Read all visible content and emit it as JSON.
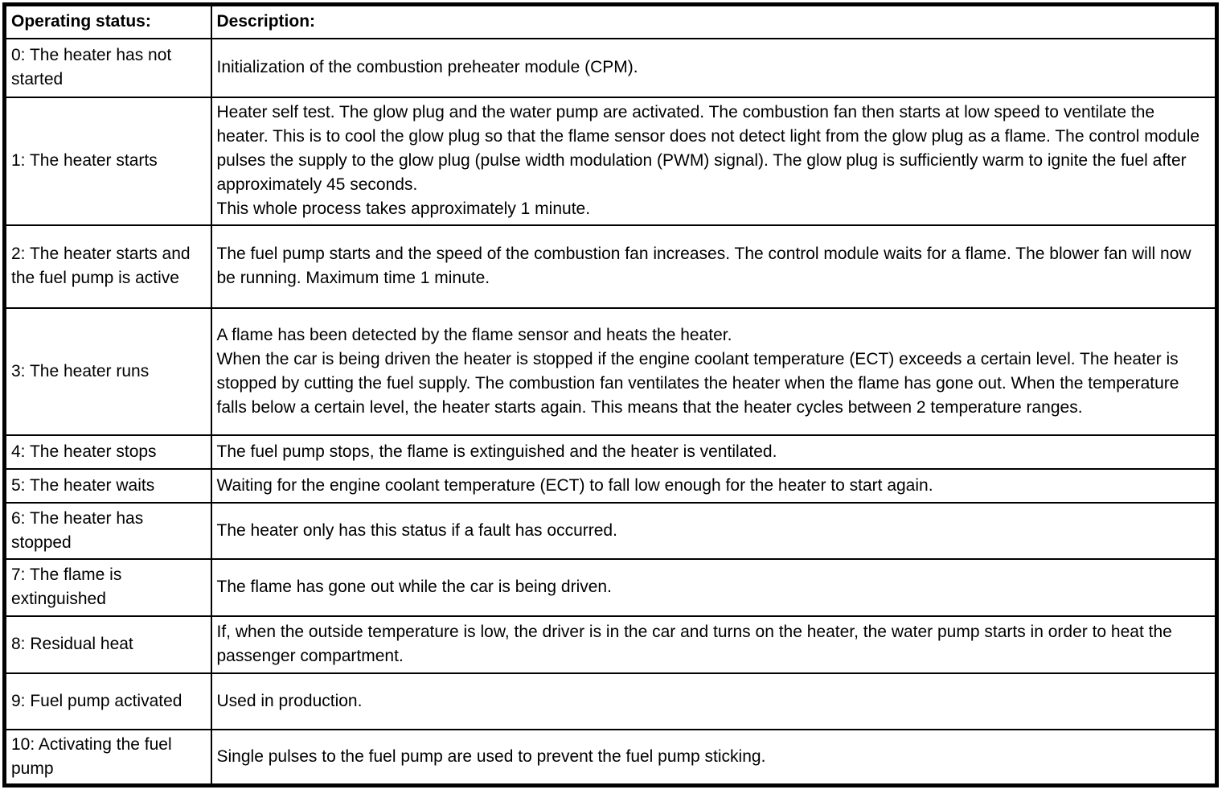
{
  "page": {
    "background_color": "#ffffff",
    "text_color": "#000000",
    "border_color": "#000000"
  },
  "table": {
    "columns": [
      {
        "label": "Operating status:"
      },
      {
        "label": "Description:"
      }
    ],
    "rows": [
      {
        "status": "0: The heater has not started",
        "description": "Initialization of the combustion preheater module (CPM)."
      },
      {
        "status": "1: The heater starts",
        "description": "Heater self test. The glow plug and the water pump are activated. The combustion fan then starts at low speed to ventilate the heater. This is to cool the glow plug so that the flame sensor does not detect light from the glow plug as a flame. The control module pulses the supply to the glow plug (pulse width modulation (PWM) signal). The glow plug is sufficiently warm to ignite the fuel after approximately 45 seconds.\nThis whole process takes approximately 1 minute."
      },
      {
        "status": "2: The heater starts and the fuel pump is active",
        "description": "The fuel pump starts and the speed of the combustion fan increases. The control module waits for a flame. The blower fan will now be running. Maximum time 1 minute."
      },
      {
        "status": "3: The heater runs",
        "description": "A flame has been detected by the flame sensor and heats the heater.\nWhen the car is being driven the heater is stopped if the engine coolant temperature (ECT) exceeds a certain level. The heater is stopped by cutting the fuel supply. The combustion fan ventilates the heater when the flame has gone out. When the temperature falls below a certain level, the heater starts again. This means that the heater cycles between 2 temperature ranges."
      },
      {
        "status": "4: The heater stops",
        "description": "The fuel pump stops, the flame is extinguished and the heater is ventilated."
      },
      {
        "status": "5: The heater waits",
        "description": "Waiting for the engine coolant temperature (ECT) to fall low enough for the heater to start again."
      },
      {
        "status": "6: The heater has stopped",
        "description": "The heater only has this status if a fault has occurred."
      },
      {
        "status": "7: The flame is extinguished",
        "description": "The flame has gone out while the car is being driven."
      },
      {
        "status": "8: Residual heat",
        "description": "If, when the outside temperature is low, the driver is in the car and turns on the heater, the water pump starts in order to heat the passenger compartment."
      },
      {
        "status": "9: Fuel pump activated",
        "description": "Used in production."
      },
      {
        "status": "10: Activating the fuel pump",
        "description": "Single pulses to the fuel pump are used to prevent the fuel pump sticking."
      }
    ]
  }
}
